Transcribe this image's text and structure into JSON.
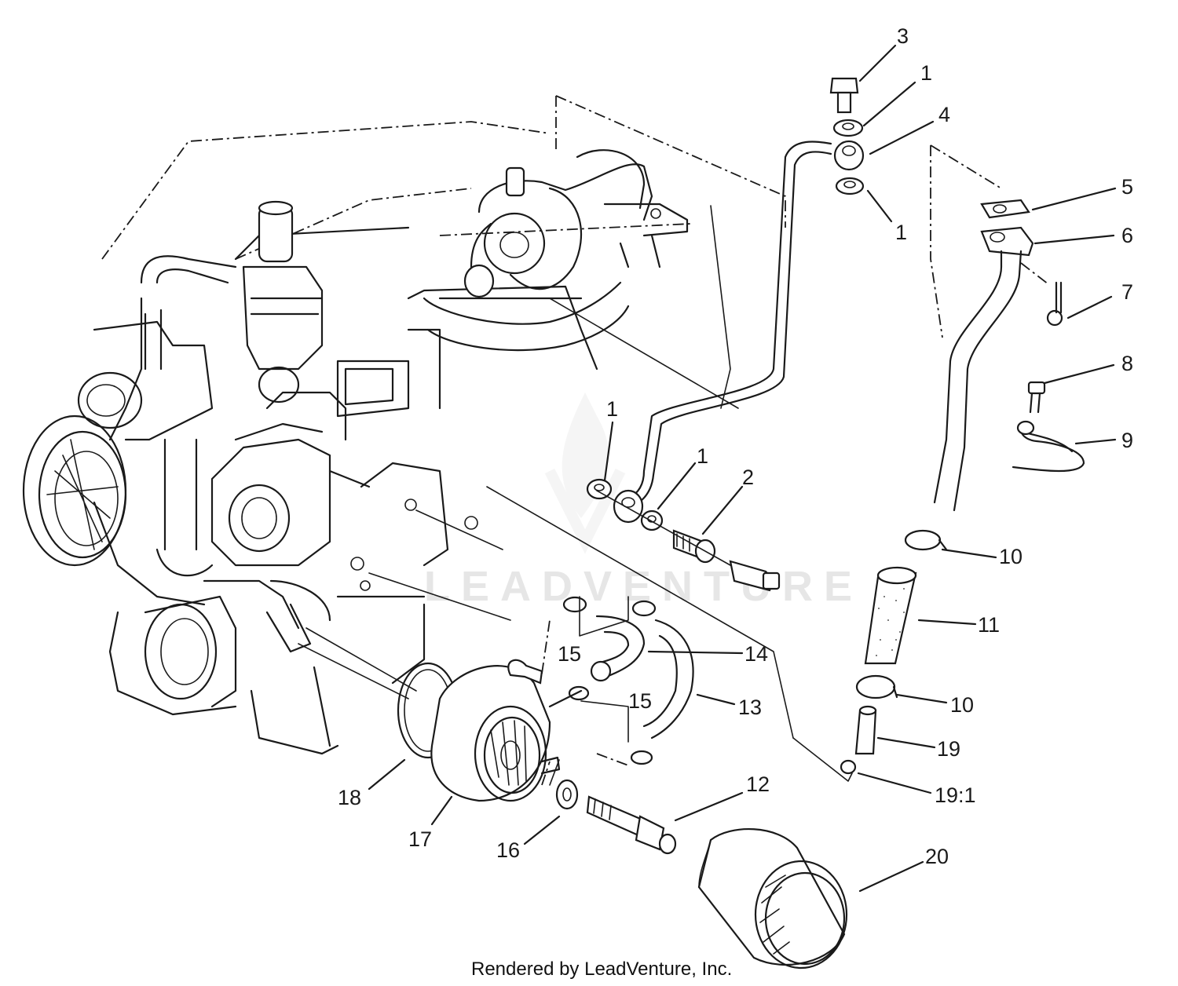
{
  "watermark": "LEADVENTURE",
  "footer": "Rendered by LeadVenture, Inc.",
  "callouts": {
    "c3": "3",
    "c1a": "1",
    "c4": "4",
    "c1b": "1",
    "c5": "5",
    "c6": "6",
    "c7": "7",
    "c8": "8",
    "c9": "9",
    "c1c": "1",
    "c1d": "1",
    "c2": "2",
    "c10a": "10",
    "c11": "11",
    "c14": "14",
    "c15a": "15",
    "c15b": "15",
    "c13": "13",
    "c10b": "10",
    "c19": "19",
    "c191": "19:1",
    "c12": "12",
    "c18": "18",
    "c17": "17",
    "c16": "16",
    "c20": "20"
  }
}
